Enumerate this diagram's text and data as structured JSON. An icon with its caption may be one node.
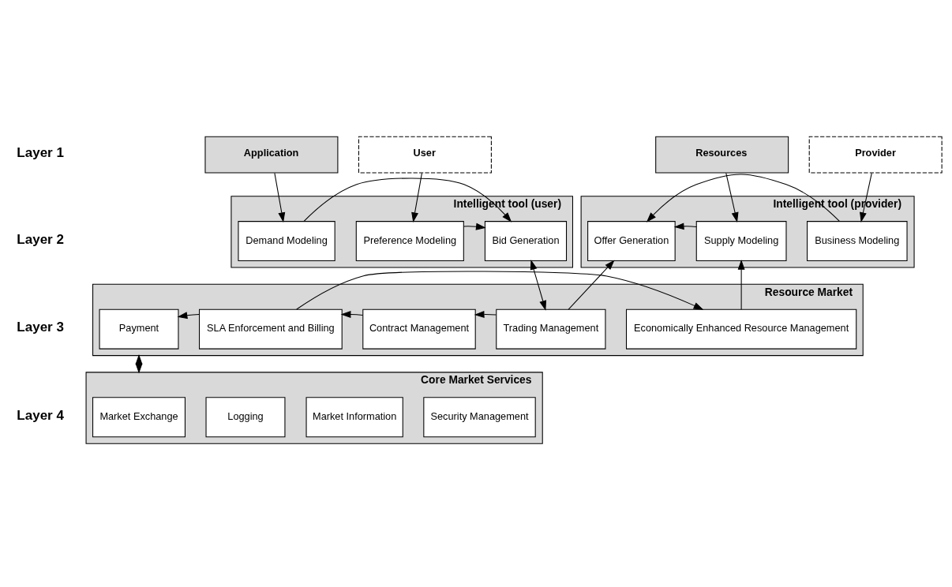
{
  "diagram": {
    "nodes": [
      {
        "text": [
          "Application"
        ]
      },
      {
        "text": [
          "User"
        ]
      },
      {
        "text": [
          "Resources"
        ]
      },
      {
        "text": [
          "Provider"
        ]
      },
      {
        "text": [
          "Intelligent tool (user)"
        ]
      },
      {
        "text": [
          "Demand Modeling"
        ],
        "in": 4
      },
      {
        "text": [
          "Preference Modeling"
        ],
        "in": 4
      },
      {
        "text": [
          "Bid Generation"
        ],
        "in": 4
      },
      {
        "text": [
          "Intelligent tool (provider)"
        ]
      },
      {
        "text": [
          "Offer Generation"
        ],
        "in": 8
      },
      {
        "text": [
          "Supply Modeling"
        ],
        "in": 8
      },
      {
        "text": [
          "Business Modeling"
        ],
        "in": 8
      },
      {
        "text": [
          "Resource Market"
        ]
      },
      {
        "text": [
          "Payment"
        ],
        "in": 12
      },
      {
        "text": [
          "SLA Enforcement and Billing"
        ],
        "in": 12
      },
      {
        "text": [
          "Contract Management"
        ],
        "in": 12
      },
      {
        "text": [
          "Trading Management"
        ],
        "in": 12
      },
      {
        "text": [
          "Economically Enhanced Resource Management"
        ],
        "in": 12
      },
      {
        "text": [
          "Core Market Services"
        ]
      },
      {
        "text": [
          "Market Exchange"
        ],
        "in": 18
      },
      {
        "text": [
          "Logging"
        ],
        "in": 18
      },
      {
        "text": [
          "Market Information"
        ],
        "in": 18
      },
      {
        "text": [
          "Security Management"
        ],
        "in": 18
      }
    ],
    "edges": [
      {
        "from": 0,
        "to": 5,
        "arrow": "to"
      },
      {
        "from": 1,
        "to": 6,
        "arrow": "to"
      },
      {
        "from": 2,
        "to": 10,
        "arrow": "to"
      },
      {
        "from": 3,
        "to": 11,
        "arrow": "to"
      },
      {
        "from": 6,
        "to": 7,
        "arrow": "to"
      },
      {
        "from": 5,
        "to": 7,
        "arrow": "to"
      },
      {
        "from": 10,
        "to": 9,
        "arrow": "to"
      },
      {
        "from": 11,
        "to": 9,
        "arrow": "to"
      },
      {
        "from": 7,
        "to": 16,
        "arrow": "both"
      },
      {
        "from": 16,
        "to": 9,
        "arrow": "to"
      },
      {
        "from": 17,
        "to": 10,
        "arrow": "to"
      },
      {
        "from": 16,
        "to": 15,
        "arrow": "to"
      },
      {
        "from": 15,
        "to": 14,
        "arrow": "to"
      },
      {
        "from": 14,
        "to": 13,
        "arrow": "to"
      },
      {
        "from": 14,
        "to": 17,
        "arrow": "to"
      },
      {
        "from": 12,
        "to": 18,
        "arrow": "both"
      }
    ],
    "labels": [
      "Layer 1",
      "Layer 2",
      "Layer 3",
      "Layer 4"
    ]
  }
}
